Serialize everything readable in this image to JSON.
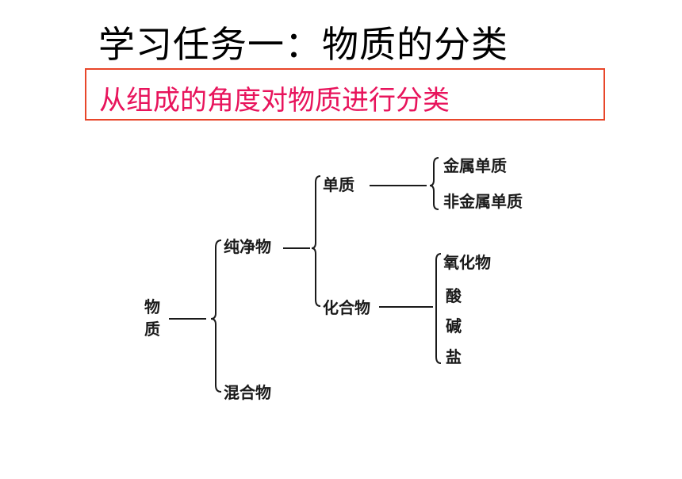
{
  "title": "学习任务一：物质的分类",
  "subtitle": "从组成的角度对物质进行分类",
  "colors": {
    "subtitle_text": "#e8145c",
    "subtitle_border": "#e8462a"
  },
  "tree": {
    "root": {
      "line1": "物",
      "line2": "质"
    },
    "pure": "纯净物",
    "mixture": "混合物",
    "element": "单质",
    "compound": "化合物",
    "metal": "金属单质",
    "nonmetal": "非金属单质",
    "oxide": "氧化物",
    "acid": "酸",
    "base": "碱",
    "salt": "盐"
  }
}
